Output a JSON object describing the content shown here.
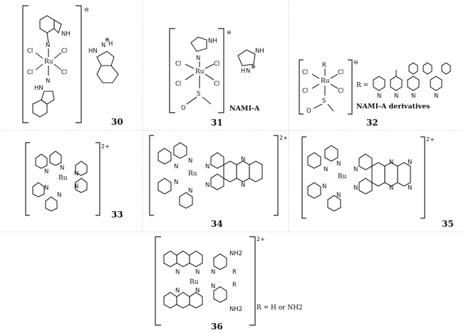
{
  "compounds": [
    {
      "number": "30",
      "metal": "Ru",
      "charge": "⊖",
      "ligand_atoms": [
        "Cl",
        "Cl",
        "Cl",
        "Cl"
      ],
      "donors": [
        "NH",
        "N",
        "HN",
        "N"
      ],
      "counter_ion_atoms": [
        "HN",
        "N",
        "H"
      ],
      "counter_charge": "⊕"
    },
    {
      "number": "31",
      "metal": "Ru",
      "charge": "⊖",
      "name": "NAMI-A",
      "ligand_atoms": [
        "Cl",
        "Cl",
        "Cl",
        "Cl"
      ],
      "donors": [
        "NH",
        "N",
        "O",
        "S"
      ],
      "counter_ion_atoms": [
        "NH",
        "N",
        "H"
      ],
      "counter_charge": "⊕"
    },
    {
      "number": "32",
      "metal": "Ru",
      "charge": "⊖",
      "name": "NAMI-A derivatives",
      "r_label": "R",
      "r_equals": "R =",
      "ligand_atoms": [
        "Cl",
        "Cl",
        "Cl",
        "Cl"
      ],
      "donors": [
        "O",
        "S"
      ],
      "pyridine_n": [
        "N",
        "N",
        "N",
        "N"
      ]
    },
    {
      "number": "33",
      "metal": "Ru",
      "charge": "2+",
      "donors": [
        "N",
        "N",
        "N",
        "N",
        "N",
        "N"
      ]
    },
    {
      "number": "34",
      "metal": "Ru",
      "charge": "2+",
      "donors": [
        "N",
        "N",
        "N",
        "N",
        "N",
        "N",
        "N",
        "N"
      ]
    },
    {
      "number": "35",
      "metal": "Ru",
      "charge": "2+",
      "donors": [
        "N",
        "N",
        "N",
        "N",
        "N",
        "N",
        "N",
        "N",
        "N",
        "N"
      ]
    },
    {
      "number": "36",
      "metal": "Ru",
      "charge": "2+",
      "donors": [
        "N",
        "N",
        "N",
        "N",
        "N",
        "N"
      ],
      "substituents": [
        "NH2",
        "R",
        "R",
        "NH2"
      ],
      "r_definition": "R = H or NH2"
    }
  ]
}
